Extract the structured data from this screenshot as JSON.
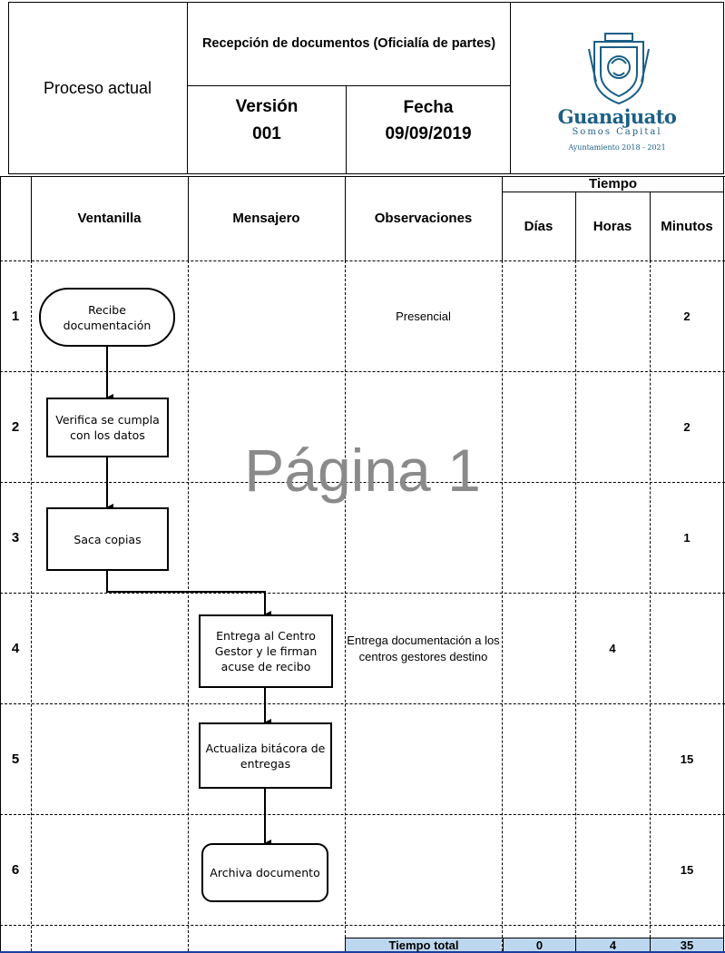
{
  "header": {
    "process_label": "Proceso actual",
    "document_title": "Recepción de documentos (Oficialía de partes)",
    "version_label": "Versión",
    "version_value": "001",
    "date_label": "Fecha",
    "date_value": "09/09/2019",
    "logo": {
      "city_name": "Guanajuato",
      "tagline": "Somos Capital",
      "period": "Ayuntamiento 2018 - 2021",
      "brand_color": "#1b5f86"
    }
  },
  "columns": {
    "ventanilla": "Ventanilla",
    "mensajero": "Mensajero",
    "observaciones": "Observaciones",
    "tiempo": "Tiempo",
    "dias": "Días",
    "horas": "Horas",
    "minutos": "Minutos"
  },
  "rows": [
    {
      "number": "1",
      "observation": "Presencial",
      "dias": "",
      "horas": "",
      "minutos": "2"
    },
    {
      "number": "2",
      "observation": "",
      "dias": "",
      "horas": "",
      "minutos": "2"
    },
    {
      "number": "3",
      "observation": "",
      "dias": "",
      "horas": "",
      "minutos": "1"
    },
    {
      "number": "4",
      "observation": "Entrega documentación a los centros gestores destino",
      "dias": "",
      "horas": "4",
      "minutos": ""
    },
    {
      "number": "5",
      "observation": "",
      "dias": "",
      "horas": "",
      "minutos": "15"
    },
    {
      "number": "6",
      "observation": "",
      "dias": "",
      "horas": "",
      "minutos": "15"
    }
  ],
  "flow_steps": [
    {
      "label": "Recibe documentación",
      "lane": "Ventanilla",
      "shape": "terminator"
    },
    {
      "label": "Verifica se cumpla con los datos",
      "lane": "Ventanilla",
      "shape": "process"
    },
    {
      "label": "Saca copias",
      "lane": "Ventanilla",
      "shape": "process"
    },
    {
      "label": "Entrega al Centro Gestor y le firman acuse de recibo",
      "lane": "Mensajero",
      "shape": "process"
    },
    {
      "label": "Actualiza bitácora de entregas",
      "lane": "Mensajero",
      "shape": "process"
    },
    {
      "label": "Archiva documento",
      "lane": "Mensajero",
      "shape": "terminator"
    }
  ],
  "totals": {
    "label": "Tiempo total",
    "dias": "0",
    "horas": "4",
    "minutos": "35",
    "fill_color": "#bdd7ee"
  },
  "watermark": "Página 1"
}
